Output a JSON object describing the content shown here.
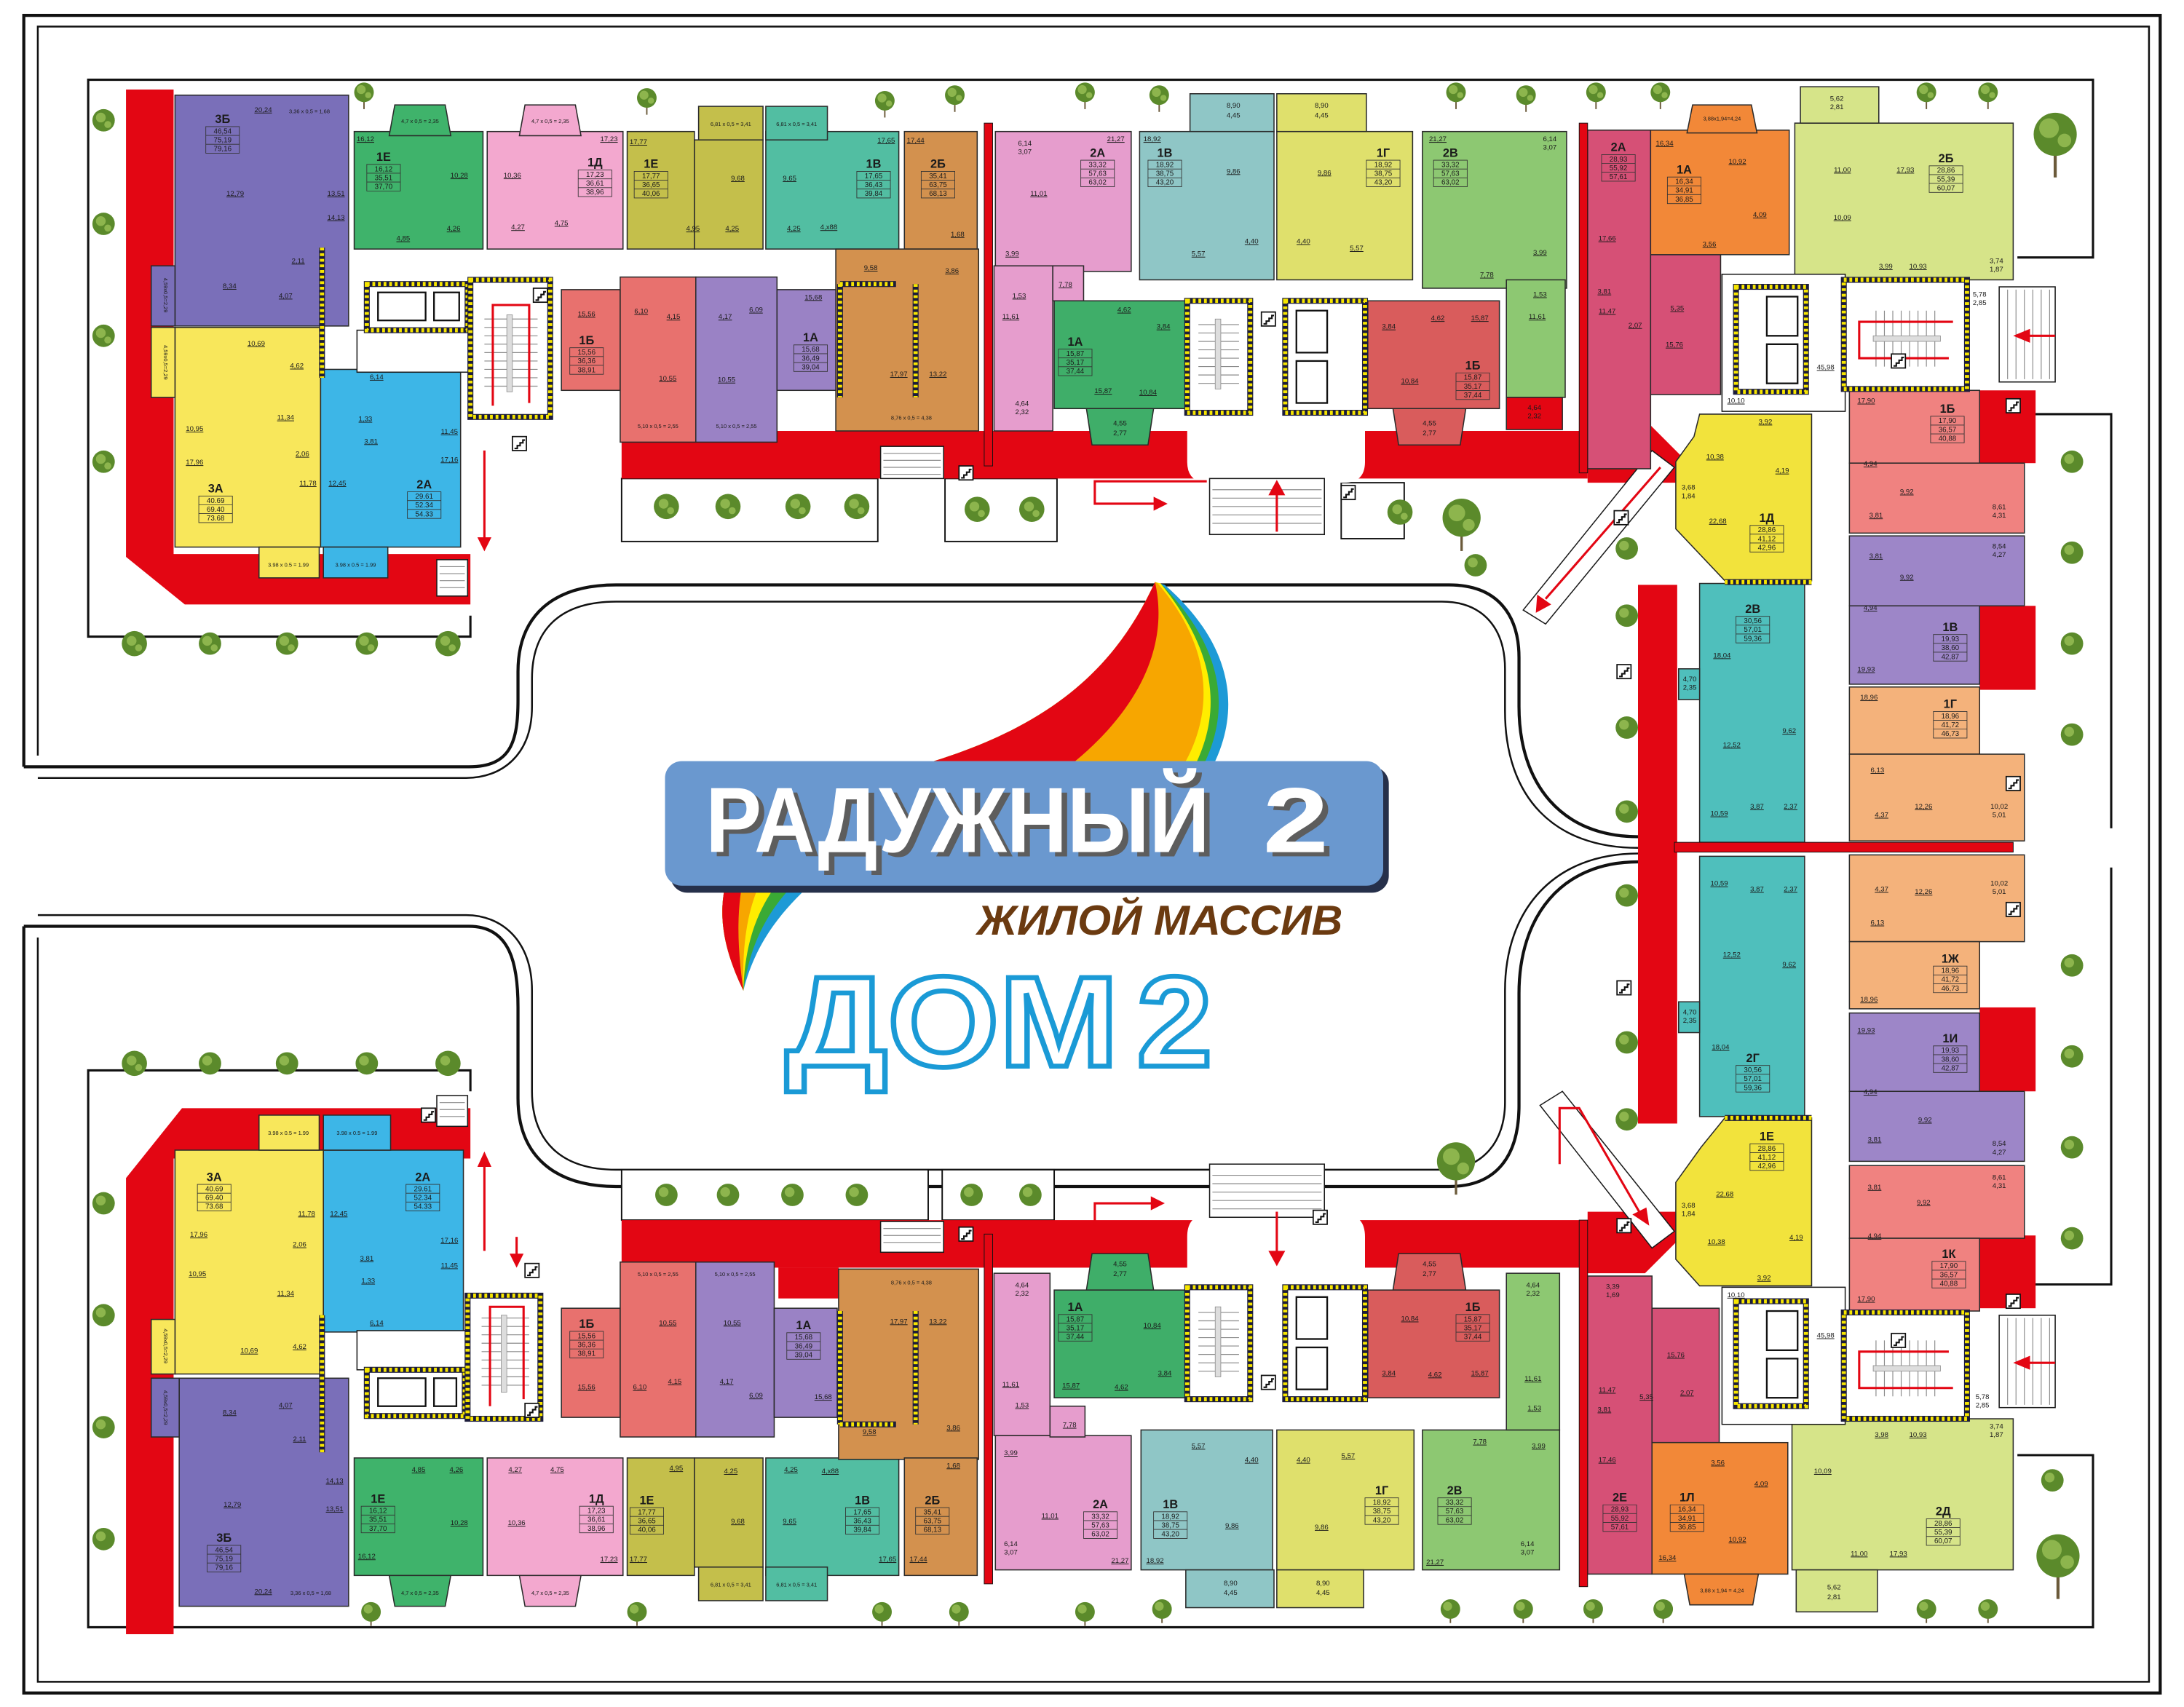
{
  "logo": {
    "name": "РАДУЖНЫЙ",
    "name_number": "2",
    "subtitle": "ЖИЛОЙ МАССИВ",
    "house_label": "ДОМ",
    "house_number": "2",
    "colors": {
      "box": "#6a98cf",
      "box_shadow": "#26304a",
      "subtitle": "#6b3a10",
      "house_outline": "#1a9ad6",
      "rainbow": [
        "#e30613",
        "#f7a600",
        "#ffed00",
        "#3aaa35",
        "#1d9ad6"
      ]
    }
  },
  "colors": {
    "corridor": "#e30613",
    "hazard": "#f7e600",
    "tree": "#5b8a2b"
  },
  "top": {
    "apartments": [
      {
        "type": "3Б",
        "color": "#7a6fb9",
        "areas": [
          "46,54",
          "75,19",
          "79,16"
        ],
        "rooms": [
          "20,24",
          "12,79",
          "13,51",
          "14,13",
          "8,34",
          "2,11",
          "4,07"
        ],
        "balconies": [
          "3,36 x 0,5 = 1,68",
          "4,59x0,5=2,29"
        ]
      },
      {
        "type": "1Е",
        "color": "#3fb36b",
        "areas": [
          "16,12",
          "35,51",
          "37,70"
        ],
        "rooms": [
          "16,12",
          "10,28",
          "4,26",
          "4,85"
        ],
        "balconies": [
          "4,7 x 0,5 = 2,35"
        ]
      },
      {
        "type": "1Д",
        "color": "#f3a8cf",
        "areas": [
          "17,23",
          "36,61",
          "38,96"
        ],
        "rooms": [
          "17,23",
          "10,36",
          "4,27",
          "4,75"
        ],
        "balconies": [
          "4,7 x 0,5 = 2,35"
        ]
      },
      {
        "type": "1Е",
        "color": "#c4bf4b",
        "areas": [
          "17,77",
          "36,65",
          "40,06"
        ],
        "rooms": [
          "17,77",
          "9,68",
          "4,95",
          "4,25"
        ],
        "balconies": [
          "6,81 x 0,5 = 3,41"
        ]
      },
      {
        "type": "1В",
        "color": "#52bea2",
        "areas": [
          "17,65",
          "36,43",
          "39,84"
        ],
        "rooms": [
          "17,65",
          "9,65",
          "4,25",
          "4,x88"
        ],
        "balconies": [
          "6,81 x 0,5 = 3,41"
        ]
      },
      {
        "type": "2Б",
        "color": "#d3914e",
        "areas": [
          "35,41",
          "63,75",
          "68,13"
        ],
        "rooms": [
          "17,44",
          "9,58",
          "3,86",
          "1,68",
          "17,97",
          "13,22"
        ],
        "balconies": [
          "8,76 x 0,5 = 4,38"
        ]
      },
      {
        "type": "3А",
        "color": "#f8e75b",
        "areas": [
          "40.69",
          "69.40",
          "73.68"
        ],
        "rooms": [
          "17,96",
          "10,95",
          "11,78",
          "11,34",
          "2,06",
          "10,69",
          "4,62"
        ],
        "balconies": [
          "3.98 x 0.5 = 1.99",
          "4,59x0,5=2,29"
        ]
      },
      {
        "type": "2А",
        "color": "#3db6e7",
        "areas": [
          "29.61",
          "52.34",
          "54.33"
        ],
        "rooms": [
          "17,16",
          "11,45",
          "12,45",
          "3,81",
          "1,33",
          "6,14"
        ],
        "balconies": [
          "3.98 x 0.5 = 1.99"
        ]
      },
      {
        "type": "1Б",
        "color": "#e8716e",
        "areas": [
          "15,56",
          "36,36",
          "38,91"
        ],
        "rooms": [
          "15,56",
          "6,10",
          "4,15",
          "10,55"
        ],
        "balconies": [
          "5,10 x 0,5 = 2,55"
        ]
      },
      {
        "type": "1А",
        "color": "#9a82c5",
        "areas": [
          "15,68",
          "36,49",
          "39,04"
        ],
        "rooms": [
          "15,68",
          "6,09",
          "4,17",
          "10,55"
        ],
        "balconies": [
          "5,10 x 0,5 = 2,55"
        ]
      },
      {
        "type": "2А",
        "color": "#e69dcd",
        "areas": [
          "33,32",
          "57,63",
          "63,02"
        ],
        "rooms": [
          "21,27",
          [
            "6,14",
            "3,07"
          ],
          "11,01",
          "3,99",
          "7,78",
          "1,53",
          "11,61",
          [
            "4,64",
            "2,32"
          ]
        ]
      },
      {
        "type": "1В",
        "color": "#8fc6c6",
        "areas": [
          "18,92",
          "38,75",
          "43,20"
        ],
        "rooms": [
          "18,92",
          [
            "8,90",
            "4,45"
          ],
          "9,86",
          "4,40",
          "5,57"
        ]
      },
      {
        "type": "1Г",
        "color": "#dfe06c",
        "areas": [
          "18,92",
          "38,75",
          "43,20"
        ],
        "rooms": [
          [
            "8,90",
            "4,45"
          ],
          "9,86",
          "4,40",
          "5,57"
        ]
      },
      {
        "type": "2В",
        "color": "#8dc872",
        "areas": [
          "33,32",
          "57,63",
          "63,02"
        ],
        "rooms": [
          "21,27",
          [
            "6,14",
            "3,07"
          ],
          "11,61",
          "3,99",
          "7,78",
          "1,53",
          [
            "4,64",
            "2,32"
          ]
        ]
      },
      {
        "type": "1А",
        "color": "#3fae69",
        "areas": [
          "15,87",
          "35,17",
          "37,44"
        ],
        "rooms": [
          "15,87",
          "10,84",
          "4,62",
          "3,84",
          [
            "4,55",
            "2,77"
          ]
        ]
      },
      {
        "type": "1Б",
        "color": "#d95c5c",
        "areas": [
          "15,87",
          "35,17",
          "37,44"
        ],
        "rooms": [
          "15,87",
          "10,84",
          "4,62",
          "3,84",
          [
            "4,55",
            "2,77"
          ]
        ]
      },
      {
        "type": "2А",
        "color": "#d65076",
        "areas": [
          "28,93",
          "55,92",
          "57,61"
        ],
        "rooms": [
          "17,66",
          "3,81",
          "11,47",
          "2,07",
          "5,35",
          "15,76"
        ]
      },
      {
        "type": "1А",
        "color": "#f28838",
        "areas": [
          "16,34",
          "34,91",
          "36,85"
        ],
        "rooms": [
          "16,34",
          "10,92",
          "3,56",
          "4,09"
        ],
        "balconies": [
          "3,88x1,94=4,24"
        ]
      },
      {
        "type": "2Б",
        "color": "#d6e489",
        "areas": [
          "28,86",
          "55,39",
          "60,07"
        ],
        "rooms": [
          "17,93",
          "11,00",
          [
            "5,62",
            "2,81"
          ],
          "10,09",
          "3,99",
          "10,93",
          [
            "3,74",
            "1,87"
          ]
        ]
      },
      {
        "type": "1Д",
        "color": "#f2e33c",
        "areas": [
          "28,86",
          "41,12",
          "42,96"
        ],
        "rooms": [
          "22,68",
          "10,38",
          "3,92",
          "4,19",
          [
            "3,68",
            "1,84"
          ]
        ]
      },
      {
        "type": "2В",
        "color": "#4fbfbc",
        "areas": [
          "30,56",
          "57,01",
          "59,36"
        ],
        "rooms": [
          "18,04",
          "12,52",
          "9,62",
          "10,59",
          "3,87",
          "2,37",
          [
            "4,70",
            "2,35"
          ]
        ]
      },
      {
        "type": "1Б",
        "color": "#f08280",
        "areas": [
          "17,90",
          "36,57",
          "40,88"
        ],
        "rooms": [
          "17,90",
          "4,94",
          "9,92",
          "3,81",
          [
            "8,61",
            "4,31"
          ]
        ]
      },
      {
        "type": "1В",
        "color": "#9d86c8",
        "areas": [
          "19,93",
          "38,60",
          "42,87"
        ],
        "rooms": [
          "19,93",
          "4,94",
          "9,92",
          "3,81",
          [
            "8,54",
            "4,27"
          ]
        ]
      },
      {
        "type": "1Г",
        "color": "#f4b27b",
        "areas": [
          "18,96",
          "41,72",
          "46,73"
        ],
        "rooms": [
          "18,96",
          "6,13",
          "12,26",
          "4,37",
          [
            "10,02",
            "5,01"
          ]
        ]
      }
    ],
    "common": {
      "lobby_area": "10,10",
      "corridor_area": "45,98",
      "vestibule": [
        "5,78",
        "2,85"
      ]
    }
  },
  "bottom": {
    "apartments": [
      {
        "type": "3А",
        "color": "#f8e75b",
        "areas": [
          "40.69",
          "69.40",
          "73.68"
        ],
        "rooms": [
          "17,96",
          "10,95",
          "11,78",
          "11,34",
          "2,06",
          "10,69",
          "4,62"
        ],
        "balconies": [
          "3.98 x 0.5 = 1.99",
          "4,59x0,5=2,29"
        ]
      },
      {
        "type": "2А",
        "color": "#3db6e7",
        "areas": [
          "29.61",
          "52.34",
          "54.33"
        ],
        "rooms": [
          "17,16",
          "11,45",
          "12,45",
          "3,81",
          "1,33",
          "6,14"
        ],
        "balconies": [
          "3.98 x 0.5 = 1.99"
        ]
      },
      {
        "type": "3Б",
        "color": "#7a6fb9",
        "areas": [
          "46,54",
          "75,19",
          "79,16"
        ],
        "rooms": [
          "20,24",
          "12,79",
          "13,51",
          "14,13",
          "8,34",
          "4,07",
          "2,11"
        ],
        "balconies": [
          "3,36 x 0,5 = 1,68",
          "4,59x0,5=2,29"
        ]
      },
      {
        "type": "1Е",
        "color": "#3fb36b",
        "areas": [
          "16,12",
          "35,51",
          "37,70"
        ],
        "rooms": [
          "16,12",
          "10,28",
          "4,85",
          "4,26"
        ],
        "balconies": [
          "4,7 x 0,5 = 2,35"
        ]
      },
      {
        "type": "1Д",
        "color": "#f3a8cf",
        "areas": [
          "17,23",
          "36,61",
          "38,96"
        ],
        "rooms": [
          "17,23",
          "10,36",
          "4,27",
          "4,75"
        ],
        "balconies": [
          "4,7 x 0,5 = 2,35"
        ]
      },
      {
        "type": "1Е",
        "color": "#c4bf4b",
        "areas": [
          "17,77",
          "36,65",
          "40,06"
        ],
        "rooms": [
          "17,77",
          "4,95",
          "4,25",
          "9,68"
        ],
        "balconies": [
          "6,81 x 0,5 = 3,41"
        ]
      },
      {
        "type": "1В",
        "color": "#52bea2",
        "areas": [
          "17,65",
          "36,43",
          "39,84"
        ],
        "rooms": [
          "17,65",
          "4,25",
          "9,65",
          "4,x88"
        ],
        "balconies": [
          "6,81 x 0,5 = 3,41"
        ]
      },
      {
        "type": "2Б",
        "color": "#d3914e",
        "areas": [
          "35,41",
          "63,75",
          "68,13"
        ],
        "rooms": [
          "17,44",
          "9,58",
          "3,86",
          "1,68",
          "17,97",
          "13,22"
        ],
        "balconies": [
          "8,76 x 0,5 = 4,38"
        ]
      },
      {
        "type": "1Б",
        "color": "#e8716e",
        "areas": [
          "15,56",
          "36,36",
          "38,91"
        ],
        "rooms": [
          "15,56",
          "6,10",
          "4,15",
          "10,55"
        ],
        "balconies": [
          "5,10 x 0,5 = 2,55"
        ]
      },
      {
        "type": "1А",
        "color": "#9a82c5",
        "areas": [
          "15,68",
          "36,49",
          "39,04"
        ],
        "rooms": [
          "15,68",
          "6,09",
          "4,17",
          "10,55"
        ],
        "balconies": [
          "5,10 x 0,5 = 2,55"
        ]
      },
      {
        "type": "2А",
        "color": "#e69dcd",
        "areas": [
          "33,32",
          "57,63",
          "63,02"
        ],
        "rooms": [
          "21,27",
          "11,01",
          [
            "6,14",
            "3,07"
          ],
          "3,99",
          "7,78",
          "1,53",
          "11,61",
          [
            "4,64",
            "2,32"
          ]
        ]
      },
      {
        "type": "1В",
        "color": "#8fc6c6",
        "areas": [
          "18,92",
          "38,75",
          "43,20"
        ],
        "rooms": [
          "18,92",
          "9,86",
          "5,57",
          "4,40",
          [
            "8,90",
            "4,45"
          ]
        ]
      },
      {
        "type": "1Г",
        "color": "#dfe06c",
        "areas": [
          "18,92",
          "38,75",
          "43,20"
        ],
        "rooms": [
          "9,86",
          "5,57",
          "4,40",
          [
            "8,90",
            "4,45"
          ]
        ]
      },
      {
        "type": "2В",
        "color": "#8dc872",
        "areas": [
          "33,32",
          "57,63",
          "63,02"
        ],
        "rooms": [
          "21,27",
          [
            "6,14",
            "3,07"
          ],
          "3,99",
          "7,78",
          "1,53",
          "11,61",
          [
            "4,64",
            "2,32"
          ]
        ]
      },
      {
        "type": "1А",
        "color": "#3fae69",
        "areas": [
          "15,87",
          "35,17",
          "37,44"
        ],
        "rooms": [
          "15,87",
          "10,84",
          "4,62",
          "3,84",
          [
            "4,55",
            "2,77"
          ]
        ]
      },
      {
        "type": "1Б",
        "color": "#d95c5c",
        "areas": [
          "15,87",
          "35,17",
          "37,44"
        ],
        "rooms": [
          "10,84",
          "15,87",
          "4,62",
          "3,84",
          [
            "4,55",
            "2,77"
          ]
        ]
      },
      {
        "type": "2Е",
        "color": "#d65076",
        "areas": [
          "28,93",
          "55,92",
          "57,61"
        ],
        "rooms": [
          "17,46",
          "11,47",
          "3,81",
          "15,76",
          "5,35",
          "2,07",
          [
            "3,39",
            "1,69"
          ]
        ]
      },
      {
        "type": "1Л",
        "color": "#f28838",
        "areas": [
          "16,34",
          "34,91",
          "36,85"
        ],
        "rooms": [
          "16,34",
          "10,92",
          "3,56",
          "4,09"
        ],
        "balconies": [
          "3,88 x 1,94 = 4,24"
        ]
      },
      {
        "type": "2Д",
        "color": "#d6e489",
        "areas": [
          "28,86",
          "55,39",
          "60,07"
        ],
        "rooms": [
          "17,93",
          "11,00",
          "10,09",
          "10,93",
          "3,98",
          [
            "3,74",
            "1,87"
          ],
          [
            "5,62",
            "2,81"
          ]
        ]
      },
      {
        "type": "1Е",
        "color": "#f2e33c",
        "areas": [
          "28,86",
          "41,12",
          "42,96"
        ],
        "rooms": [
          "22,68",
          "10,38",
          "4,19",
          "3,92",
          [
            "3,68",
            "1,84"
          ]
        ]
      },
      {
        "type": "2Г",
        "color": "#4fbfbc",
        "areas": [
          "30,56",
          "57,01",
          "59,36"
        ],
        "rooms": [
          "18,04",
          "12,52",
          "9,62",
          "10,59",
          "3,87",
          "2,37",
          [
            "4,70",
            "2,35"
          ]
        ]
      },
      {
        "type": "1Ж",
        "color": "#f4b27b",
        "areas": [
          "18,96",
          "41,72",
          "46,73"
        ],
        "rooms": [
          "18,96",
          "6,13",
          "12,26",
          "4,37",
          [
            "10,02",
            "5,01"
          ]
        ]
      },
      {
        "type": "1И",
        "color": "#9d86c8",
        "areas": [
          "19,93",
          "38,60",
          "42,87"
        ],
        "rooms": [
          "19,93",
          "4,94",
          "9,92",
          "3,81",
          [
            "8,54",
            "4,27"
          ]
        ]
      },
      {
        "type": "1К",
        "color": "#f08280",
        "areas": [
          "17,90",
          "36,57",
          "40,88"
        ],
        "rooms": [
          "17,90",
          "4,94",
          "9,92",
          "3,81",
          [
            "8,61",
            "4,31"
          ]
        ]
      }
    ],
    "common": {
      "lobby_area": "10,10",
      "corridor_area": "45,98",
      "vestibule": [
        "5,78",
        "2,85"
      ]
    }
  }
}
